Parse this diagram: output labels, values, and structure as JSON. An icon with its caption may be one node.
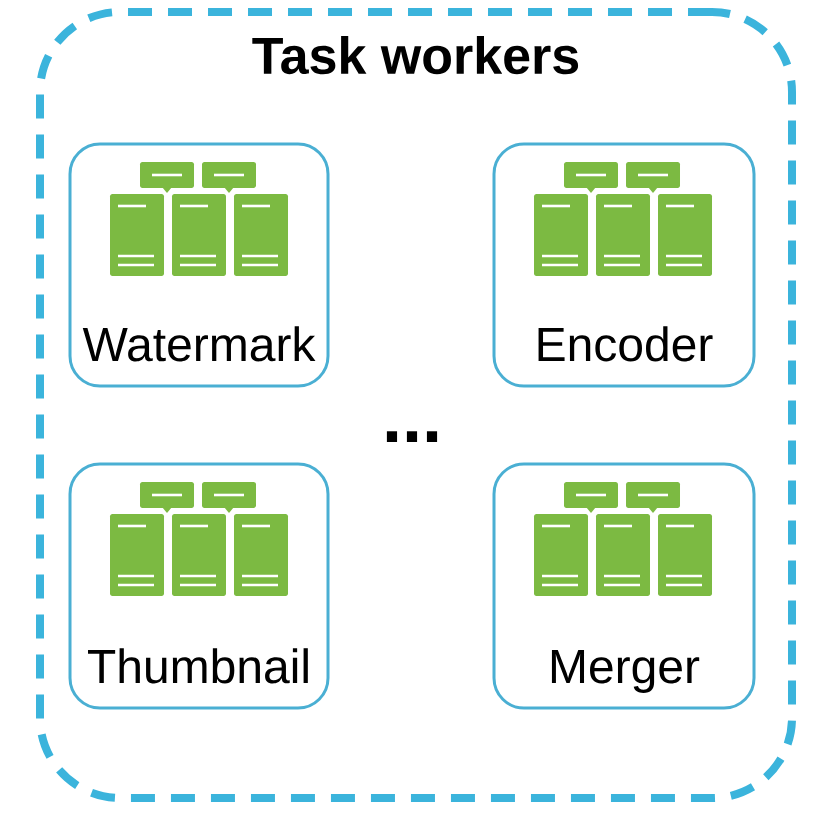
{
  "diagram": {
    "nodes": [
      {
        "text": [
          "Task workers"
        ]
      },
      {
        "text": [
          "Watermark"
        ],
        "in": 0
      },
      {
        "text": [
          "Encoder"
        ],
        "in": 0
      },
      {
        "text": [
          "Thumbnail"
        ],
        "in": 0
      },
      {
        "text": [
          "Merger"
        ],
        "in": 0
      }
    ],
    "labels": [
      "..."
    ]
  }
}
